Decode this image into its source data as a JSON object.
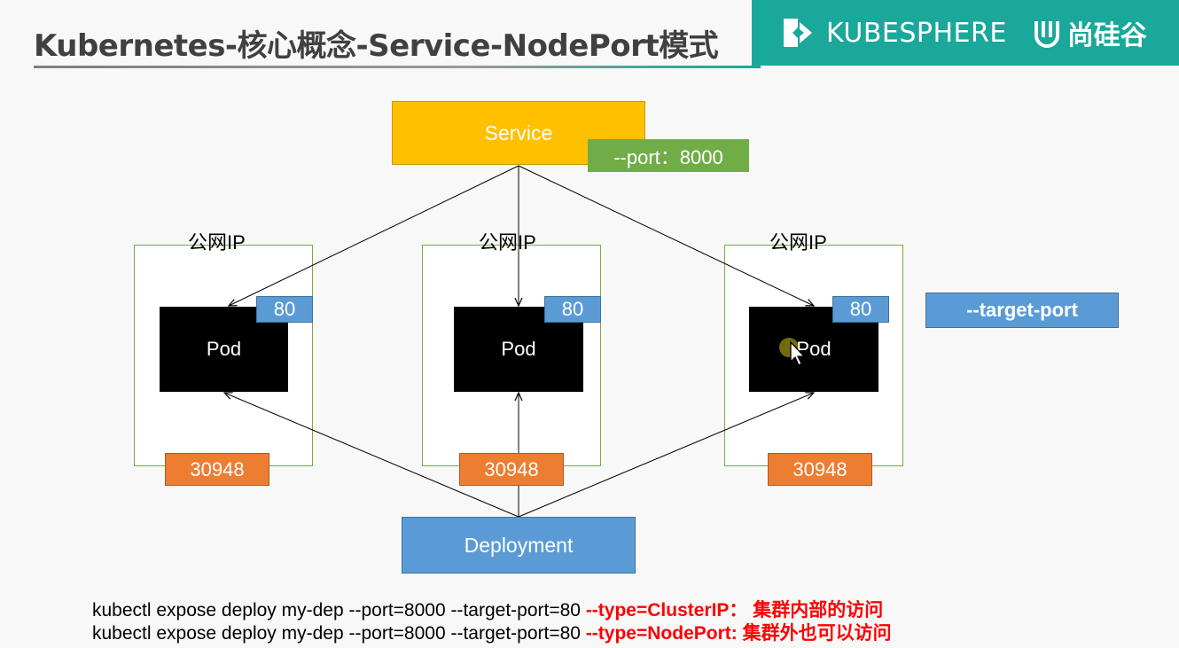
{
  "header": {
    "title": "Kubernetes-核心概念-Service-NodePort模式",
    "brand": "KUBESPHERE",
    "partner": "尚硅谷",
    "brand_color": "#1aa89a"
  },
  "diagram": {
    "service": {
      "label": "Service",
      "port_label": "--port：8000",
      "color": "#ffc000"
    },
    "nodes": [
      {
        "ip_label": "公网IP",
        "pod_label": "Pod",
        "target_port": "80",
        "node_port": "30948"
      },
      {
        "ip_label": "公网IP",
        "pod_label": "Pod",
        "target_port": "80",
        "node_port": "30948"
      },
      {
        "ip_label": "公网IP",
        "pod_label": "Pod",
        "target_port": "80",
        "node_port": "30948"
      }
    ],
    "target_port_label": "--target-port",
    "deployment": {
      "label": "Deployment",
      "color": "#5b9bd5"
    }
  },
  "commands": [
    {
      "text": "kubectl expose deploy my-dep --port=8000 --target-port=80 ",
      "flag": "--type=ClusterIP：  集群内部的访问"
    },
    {
      "text": "kubectl expose deploy my-dep --port=8000 --target-port=80 ",
      "flag": "--type=NodePort:  集群外也可以访问"
    }
  ],
  "icons": {
    "brand_logo": "kubesphere-logo-icon",
    "partner_logo": "atguigu-logo-icon",
    "cursor": "mouse-cursor-icon"
  }
}
